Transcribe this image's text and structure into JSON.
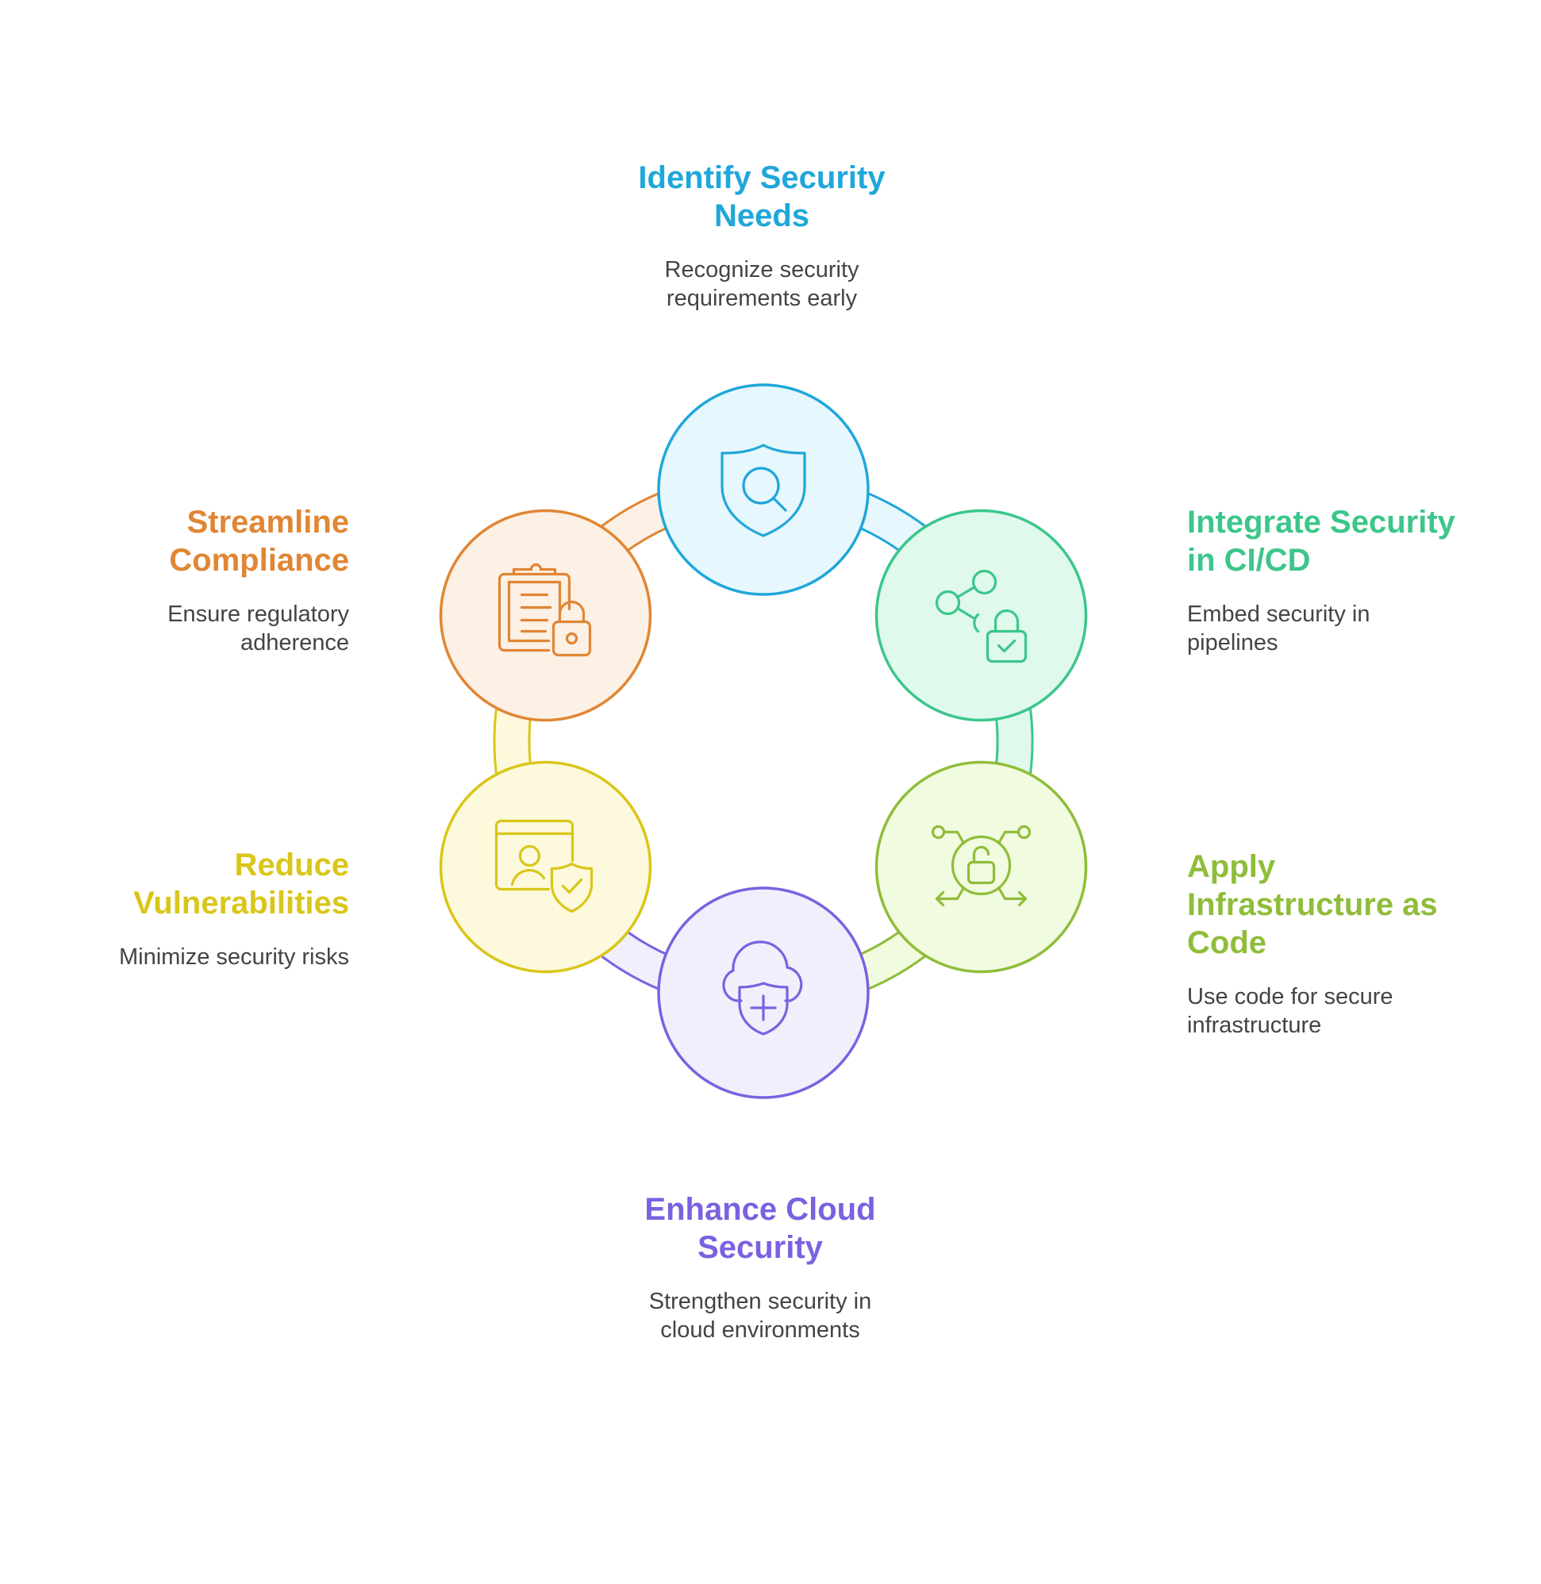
{
  "diagram": {
    "type": "cycle",
    "steps": [
      {
        "id": "identify",
        "title_lines": [
          "Identify Security",
          "Needs"
        ],
        "desc_lines": [
          "Recognize security",
          "requirements early"
        ],
        "icon": "shield-search-icon",
        "color": "#1fa7d9",
        "fill": "#e6f7fd"
      },
      {
        "id": "integrate",
        "title_lines": [
          "Integrate Security",
          "in CI/CD"
        ],
        "desc_lines": [
          "Embed security in",
          "pipelines"
        ],
        "icon": "share-lock-icon",
        "color": "#3cc68a",
        "fill": "#dff9ec"
      },
      {
        "id": "iac",
        "title_lines": [
          "Apply",
          "Infrastructure as",
          "Code"
        ],
        "desc_lines": [
          "Use code for secure",
          "infrastructure"
        ],
        "icon": "unlock-network-icon",
        "color": "#8fbd3a",
        "fill": "#f1fbdf"
      },
      {
        "id": "cloud",
        "title_lines": [
          "Enhance Cloud",
          "Security"
        ],
        "desc_lines": [
          "Strengthen security in",
          "cloud environments"
        ],
        "icon": "cloud-shield-icon",
        "color": "#7b61e0",
        "fill": "#f1effc"
      },
      {
        "id": "reduce",
        "title_lines": [
          "Reduce",
          "Vulnerabilities"
        ],
        "desc_lines": [
          "Minimize security risks"
        ],
        "icon": "user-shield-icon",
        "color": "#d9c619",
        "fill": "#fdf9dc"
      },
      {
        "id": "compliance",
        "title_lines": [
          "Streamline",
          "Compliance"
        ],
        "desc_lines": [
          "Ensure regulatory",
          "adherence"
        ],
        "icon": "clipboard-lock-icon",
        "color": "#e08634",
        "fill": "#fdf0e4"
      }
    ]
  }
}
